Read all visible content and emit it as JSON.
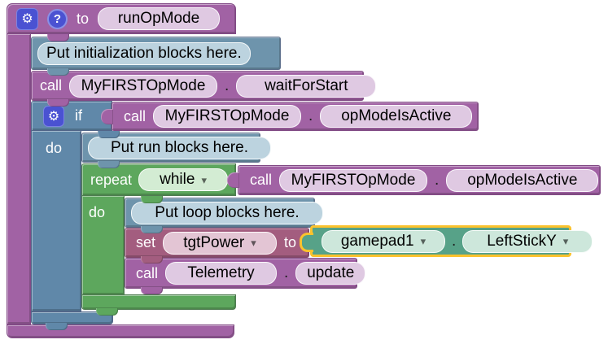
{
  "workspace": {
    "background": "#ffffff"
  },
  "icons": {
    "dropdown_arrow": "▾",
    "gear": "⚙",
    "help": "?"
  },
  "colors": {
    "procedure_purple": "#a162a4",
    "comment_steel": "#6e94ac",
    "logic_blue": "#6088a9",
    "loop_green": "#5da75d",
    "variable_rose": "#a35d7f",
    "gamepad_seagreen": "#57a288",
    "selection_highlight": "#fbc22d",
    "mutator_badge": "#4a52d2"
  },
  "blocks": {
    "procedure": {
      "label_to": "to",
      "name": "runOpMode"
    },
    "comment_init": {
      "text": "Put initialization blocks here."
    },
    "call_wait": {
      "label_call": "call",
      "object": "MyFIRSTOpMode",
      "dot": ".",
      "method": "waitForStart"
    },
    "if_block": {
      "label_if": "if",
      "label_do": "do"
    },
    "cond_if": {
      "label_call": "call",
      "object": "MyFIRSTOpMode",
      "dot": ".",
      "method": "opModeIsActive"
    },
    "comment_run": {
      "text": "Put run blocks here."
    },
    "repeat_block": {
      "label_repeat": "repeat",
      "mode": "while",
      "label_do": "do"
    },
    "cond_repeat": {
      "label_call": "call",
      "object": "MyFIRSTOpMode",
      "dot": ".",
      "method": "opModeIsActive"
    },
    "comment_loop": {
      "text": "Put loop blocks here."
    },
    "set_block": {
      "label_set": "set",
      "variable": "tgtPower",
      "label_to": "to"
    },
    "gamepad_block": {
      "device": "gamepad1",
      "dot": ".",
      "property": "LeftStickY"
    },
    "call_telemetry": {
      "label_call": "call",
      "object": "Telemetry",
      "dot": ".",
      "method": "update"
    }
  }
}
